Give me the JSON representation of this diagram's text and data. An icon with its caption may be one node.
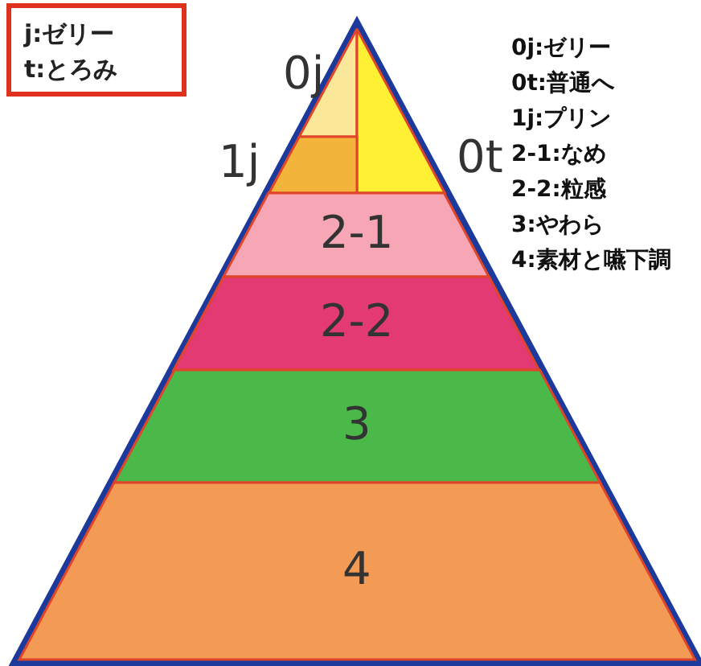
{
  "diagram": {
    "nodes": [
      {
        "text": [
          "0j"
        ]
      },
      {
        "text": [
          "0t"
        ]
      },
      {
        "text": [
          "1j"
        ]
      },
      {
        "text": [
          "2-1"
        ]
      },
      {
        "text": [
          "2-2"
        ]
      },
      {
        "text": [
          "3"
        ]
      },
      {
        "text": [
          "4"
        ]
      }
    ],
    "labels": [
      "j:ゼリー",
      "t:とろみ",
      "0j:ゼリー",
      "0t:普通へ",
      "1j:プリン",
      "2-1:なめ",
      "2-2:粒感",
      "3:やわら",
      "4:素材と嚥下調"
    ]
  }
}
